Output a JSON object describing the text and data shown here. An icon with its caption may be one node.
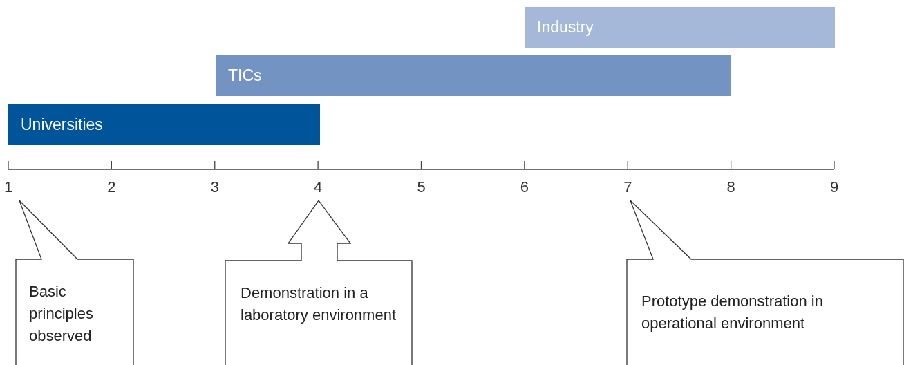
{
  "diagram": {
    "nodes": [
      {
        "text": [
          "Industry"
        ]
      },
      {
        "text": [
          "TICs"
        ]
      },
      {
        "text": [
          "Universities"
        ]
      },
      {
        "text": [
          "Basic principles observed"
        ]
      },
      {
        "text": [
          "Demonstration in a laboratory environment"
        ]
      },
      {
        "text": [
          "Prototype demonstration in operational environment"
        ]
      }
    ],
    "labels": [
      "1",
      "2",
      "3",
      "4",
      "5",
      "6",
      "7",
      "8",
      "9"
    ]
  }
}
